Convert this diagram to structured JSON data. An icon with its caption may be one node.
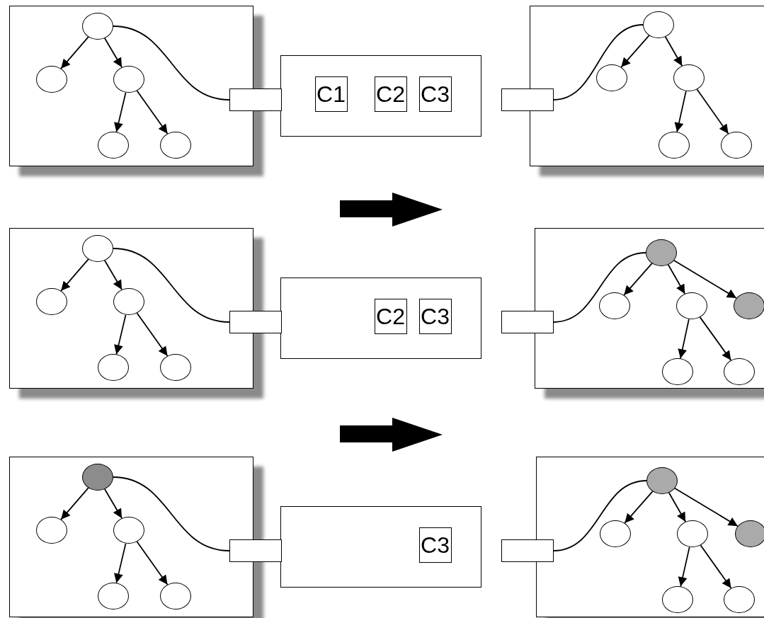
{
  "diagram": {
    "nodes": [
      {
        "text": [],
        "shape": "box"
      },
      {
        "text": [],
        "shape": "circle",
        "in": 0
      },
      {
        "text": [],
        "shape": "circle",
        "in": 0
      },
      {
        "text": [],
        "shape": "circle",
        "in": 0
      },
      {
        "text": [],
        "shape": "circle",
        "in": 0
      },
      {
        "text": [],
        "shape": "circle",
        "in": 0
      },
      {
        "text": [],
        "shape": "box"
      },
      {
        "text": [],
        "shape": "box"
      },
      {
        "text": [
          "C1"
        ],
        "in": 7
      },
      {
        "text": [
          "C2"
        ],
        "in": 7
      },
      {
        "text": [
          "C3"
        ],
        "in": 7
      },
      {
        "text": [],
        "shape": "box"
      },
      {
        "text": [],
        "shape": "box"
      },
      {
        "text": [],
        "shape": "circle",
        "in": 12
      },
      {
        "text": [],
        "shape": "circle",
        "in": 12
      },
      {
        "text": [],
        "shape": "circle",
        "in": 12
      },
      {
        "text": [],
        "shape": "circle",
        "in": 12
      },
      {
        "text": [],
        "shape": "circle",
        "in": 12
      },
      {
        "text": [],
        "shape": "box"
      },
      {
        "text": [],
        "shape": "circle",
        "in": 18
      },
      {
        "text": [],
        "shape": "circle",
        "in": 18
      },
      {
        "text": [],
        "shape": "circle",
        "in": 18
      },
      {
        "text": [],
        "shape": "circle",
        "in": 18
      },
      {
        "text": [],
        "shape": "circle",
        "in": 18
      },
      {
        "text": [],
        "shape": "box"
      },
      {
        "text": [],
        "shape": "box"
      },
      {
        "text": [
          "C2"
        ],
        "in": 25
      },
      {
        "text": [
          "C3"
        ],
        "in": 25
      },
      {
        "text": [],
        "shape": "box"
      },
      {
        "text": [],
        "shape": "box"
      },
      {
        "text": [],
        "shape": "circle",
        "in": 29
      },
      {
        "text": [],
        "shape": "circle",
        "in": 29
      },
      {
        "text": [],
        "shape": "circle",
        "in": 29
      },
      {
        "text": [],
        "shape": "circle",
        "in": 29
      },
      {
        "text": [],
        "shape": "circle",
        "in": 29
      },
      {
        "text": [],
        "shape": "circle",
        "in": 29
      },
      {
        "text": [],
        "shape": "box"
      },
      {
        "text": [],
        "shape": "circle",
        "in": 36
      },
      {
        "text": [],
        "shape": "circle",
        "in": 36
      },
      {
        "text": [],
        "shape": "circle",
        "in": 36
      },
      {
        "text": [],
        "shape": "circle",
        "in": 36
      },
      {
        "text": [],
        "shape": "circle",
        "in": 36
      },
      {
        "text": [],
        "shape": "box"
      },
      {
        "text": [],
        "shape": "box"
      },
      {
        "text": [
          "C3"
        ],
        "in": 43
      },
      {
        "text": [],
        "shape": "box"
      },
      {
        "text": [],
        "shape": "box"
      },
      {
        "text": [],
        "shape": "circle",
        "in": 46
      },
      {
        "text": [],
        "shape": "circle",
        "in": 46
      },
      {
        "text": [],
        "shape": "circle",
        "in": 46
      },
      {
        "text": [],
        "shape": "circle",
        "in": 46
      },
      {
        "text": [],
        "shape": "circle",
        "in": 46
      },
      {
        "text": [],
        "shape": "circle",
        "in": 46
      }
    ],
    "edges": [
      {
        "from": 1,
        "to": 2,
        "arrow": "to"
      },
      {
        "from": 1,
        "to": 3,
        "arrow": "to"
      },
      {
        "from": 3,
        "to": 4,
        "arrow": "to"
      },
      {
        "from": 3,
        "to": 5,
        "arrow": "to"
      },
      {
        "from": 1,
        "to": 6,
        "arrow": "none"
      },
      {
        "from": 11,
        "to": 13,
        "arrow": "none"
      },
      {
        "from": 13,
        "to": 14,
        "arrow": "to"
      },
      {
        "from": 13,
        "to": 15,
        "arrow": "to"
      },
      {
        "from": 15,
        "to": 16,
        "arrow": "to"
      },
      {
        "from": 15,
        "to": 17,
        "arrow": "to"
      },
      {
        "from": 19,
        "to": 20,
        "arrow": "to"
      },
      {
        "from": 19,
        "to": 21,
        "arrow": "to"
      },
      {
        "from": 21,
        "to": 22,
        "arrow": "to"
      },
      {
        "from": 21,
        "to": 23,
        "arrow": "to"
      },
      {
        "from": 19,
        "to": 24,
        "arrow": "none"
      },
      {
        "from": 28,
        "to": 30,
        "arrow": "none"
      },
      {
        "from": 30,
        "to": 31,
        "arrow": "to"
      },
      {
        "from": 30,
        "to": 32,
        "arrow": "to"
      },
      {
        "from": 30,
        "to": 33,
        "arrow": "to"
      },
      {
        "from": 32,
        "to": 34,
        "arrow": "to"
      },
      {
        "from": 32,
        "to": 35,
        "arrow": "to"
      },
      {
        "from": 37,
        "to": 38,
        "arrow": "to"
      },
      {
        "from": 37,
        "to": 39,
        "arrow": "to"
      },
      {
        "from": 39,
        "to": 40,
        "arrow": "to"
      },
      {
        "from": 39,
        "to": 41,
        "arrow": "to"
      },
      {
        "from": 37,
        "to": 42,
        "arrow": "none"
      },
      {
        "from": 45,
        "to": 47,
        "arrow": "none"
      },
      {
        "from": 47,
        "to": 48,
        "arrow": "to"
      },
      {
        "from": 47,
        "to": 49,
        "arrow": "to"
      },
      {
        "from": 47,
        "to": 50,
        "arrow": "to"
      },
      {
        "from": 49,
        "to": 51,
        "arrow": "to"
      },
      {
        "from": 49,
        "to": 52,
        "arrow": "to"
      }
    ]
  }
}
